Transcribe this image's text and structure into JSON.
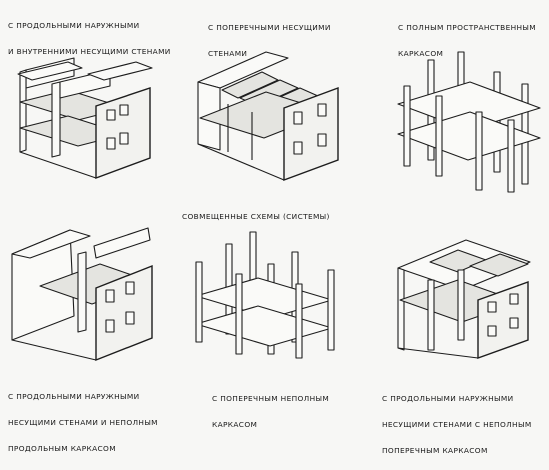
{
  "center_title": "СОВМЕЩЕННЫЕ СХЕМЫ (СИСТЕМЫ)",
  "schemes": [
    {
      "id": "longitudinal-walls",
      "lines": [
        "С ПРОДОЛЬНЫМИ НАРУЖНЫМИ",
        "И ВНУТРЕННИМИ НЕСУЩИМИ СТЕНАМИ"
      ]
    },
    {
      "id": "transverse-walls",
      "lines": [
        "С ПОПЕРЕЧНЫМИ НЕСУЩИМИ",
        "СТЕНАМИ"
      ]
    },
    {
      "id": "full-frame",
      "lines": [
        "С ПОЛНЫМ ПРОСТРАНСТВЕННЫМ",
        "КАРКАСОМ"
      ]
    },
    {
      "id": "longitudinal-incomplete-frame",
      "lines": [
        "С ПРОДОЛЬНЫМИ НАРУЖНЫМИ",
        "НЕСУЩИМИ СТЕНАМИ И НЕПОЛНЫМ",
        "ПРОДОЛЬНЫМ КАРКАСОМ"
      ]
    },
    {
      "id": "transverse-incomplete-frame",
      "lines": [
        "С ПОПЕРЕЧНЫМ НЕПОЛНЫМ",
        "КАРКАСОМ"
      ]
    },
    {
      "id": "walls-transverse-incomplete-frame",
      "lines": [
        "С ПРОДОЛЬНЫМИ НАРУЖНЫМИ",
        "НЕСУЩИМИ СТЕНАМИ С НЕПОЛНЫМ",
        "ПОПЕРЕЧНЫМ КАРКАСОМ"
      ]
    }
  ]
}
